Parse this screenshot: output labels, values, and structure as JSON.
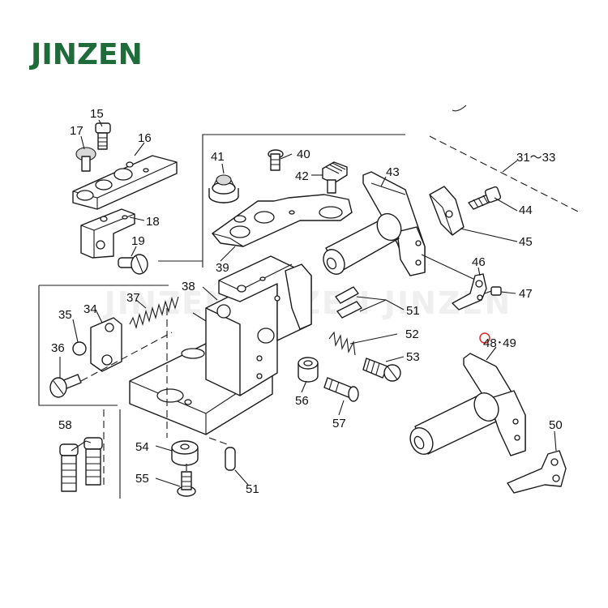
{
  "brand": {
    "text": "JINZEN",
    "color": "#1f6b3a"
  },
  "watermark": {
    "text": "JINZEN JINZEN JINZEN"
  },
  "highlight_color": "#e02020",
  "callouts": [
    {
      "id": "15",
      "text": "15"
    },
    {
      "id": "16",
      "text": "16"
    },
    {
      "id": "17",
      "text": "17"
    },
    {
      "id": "18",
      "text": "18"
    },
    {
      "id": "19",
      "text": "19"
    },
    {
      "id": "31-33",
      "text": "31～33"
    },
    {
      "id": "34",
      "text": "34"
    },
    {
      "id": "35",
      "text": "35"
    },
    {
      "id": "36",
      "text": "36"
    },
    {
      "id": "37",
      "text": "37"
    },
    {
      "id": "38",
      "text": "38"
    },
    {
      "id": "39",
      "text": "39"
    },
    {
      "id": "40",
      "text": "40"
    },
    {
      "id": "41",
      "text": "41"
    },
    {
      "id": "42",
      "text": "42"
    },
    {
      "id": "43",
      "text": "43"
    },
    {
      "id": "44",
      "text": "44"
    },
    {
      "id": "45",
      "text": "45"
    },
    {
      "id": "46",
      "text": "46"
    },
    {
      "id": "47",
      "text": "47"
    },
    {
      "id": "48-49",
      "text": "48･49"
    },
    {
      "id": "50",
      "text": "50"
    },
    {
      "id": "51a",
      "text": "51"
    },
    {
      "id": "51b",
      "text": "51"
    },
    {
      "id": "52",
      "text": "52"
    },
    {
      "id": "53",
      "text": "53"
    },
    {
      "id": "54",
      "text": "54"
    },
    {
      "id": "55",
      "text": "55"
    },
    {
      "id": "56",
      "text": "56"
    },
    {
      "id": "57",
      "text": "57"
    },
    {
      "id": "58",
      "text": "58"
    }
  ]
}
